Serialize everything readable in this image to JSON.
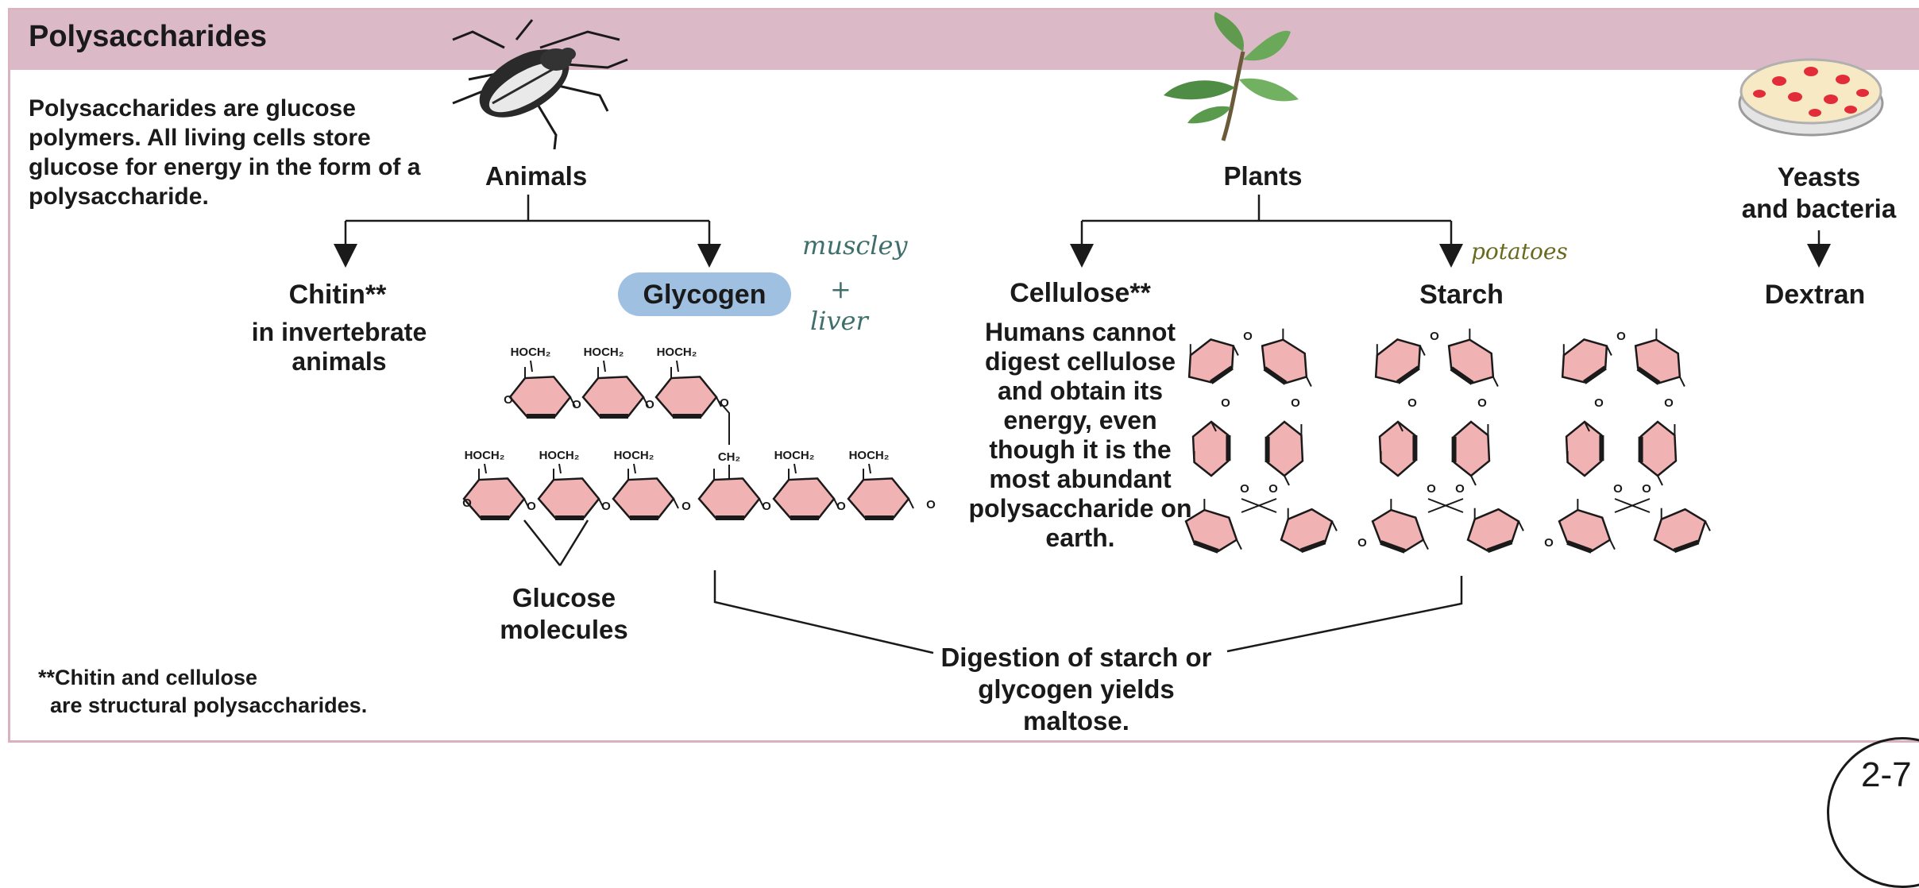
{
  "header": {
    "title": "Polysaccharides"
  },
  "intro": "Polysaccharides are glucose polymers. All living cells store glucose for energy in the form of a polysaccharide.",
  "groups": {
    "animals": "Animals",
    "plants": "Plants",
    "yeasts_line1": "Yeasts",
    "yeasts_line2": "and bacteria"
  },
  "nodes": {
    "chitin": {
      "name": "Chitin**",
      "desc": "in invertebrate animals"
    },
    "glycogen": {
      "name": "Glycogen"
    },
    "cellulose": {
      "name": "Cellulose**",
      "desc": "Humans cannot digest cellulose and obtain its energy, even though it is the most abundant polysaccharide on earth."
    },
    "starch": {
      "name": "Starch"
    },
    "dextran": {
      "name": "Dextran"
    }
  },
  "handwritten": {
    "muscle": "muscley",
    "plus": "+",
    "liver": "liver",
    "potatoes": "potatoes"
  },
  "glucose_label": "Glucose molecules",
  "digestion": "Digestion of starch or glycogen yields maltose.",
  "footnote": "**Chitin and cellulose\n  are structural polysaccharides.",
  "chem_labels": {
    "hoch2": "HOCH₂",
    "ch2": "CH₂",
    "o": "O"
  },
  "page_number": "2-7",
  "colors": {
    "header_band": "#dcb9c6",
    "panel_border": "#d9b1bf",
    "glucose_ring": "#f0b2b2",
    "glycogen_highlight": "#9fc0e0",
    "handwriting_teal": "#3f6f6a",
    "handwriting_olive": "#6a6a1f"
  },
  "icons": [
    "beetle-icon",
    "plant-sprig-icon",
    "petri-dish-icon"
  ]
}
